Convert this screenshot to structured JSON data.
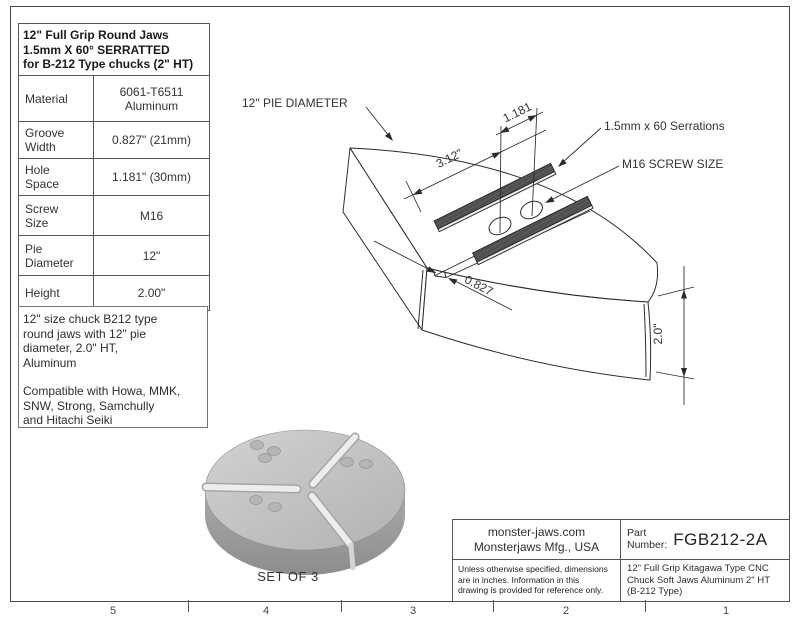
{
  "colors": {
    "line": "#2b2b2b",
    "border": "#555555",
    "serration_fill": "#4f4f4f",
    "render_top": "#c6c6c6",
    "render_side": "#9a9a9a"
  },
  "spec_panel": {
    "title": "12\" Full Grip Round Jaws\n1.5mm X 60° SERRATTED\nfor B-212 Type chucks (2\" HT)",
    "rows": [
      {
        "label": "Material",
        "value": "6061-T6511\nAluminum"
      },
      {
        "label": "Groove\nWidth",
        "value": "0.827\" (21mm)"
      },
      {
        "label": "Hole\nSpace",
        "value": "1.181\" (30mm)"
      },
      {
        "label": "Screw\nSize",
        "value": "M16"
      },
      {
        "label": "Pie\nDiameter",
        "value": "12\""
      },
      {
        "label": "Height",
        "value": "2.00\""
      }
    ],
    "description_1": "12\" size chuck B212 type\nround jaws with 12\" pie\ndiameter, 2.0\" HT,\nAluminum",
    "description_2": "Compatible with Howa, MMK,\nSNW, Strong, Samchully\nand Hitachi Seiki"
  },
  "drawing": {
    "label_pie_diameter": "12\" PIE DIAMETER",
    "label_serrations": "1.5mm x 60 Serrations",
    "label_screw": "M16 SCREW SIZE",
    "dim_edge_to_hole": "3.12\"",
    "dim_hole_space": "1.181",
    "dim_groove": "0.827",
    "dim_height": "2.0\"",
    "set_label": "SET OF 3"
  },
  "title_block": {
    "company": "monster-jaws.com\nMonsterjaws Mfg., USA",
    "part_label": "Part\nNumber:",
    "part_number": "FGB212-2A",
    "disclaimer": "Unless otherwise specified, dimensions\nare in inches.  Information in this\ndrawing is provided for reference only.",
    "part_description": "12\" Full Grip Kitagawa Type CNC\nChuck Soft Jaws Aluminum 2\" HT\n(B-212 Type)"
  },
  "border_zones": {
    "numbers": [
      "5",
      "4",
      "3",
      "2",
      "1"
    ]
  }
}
